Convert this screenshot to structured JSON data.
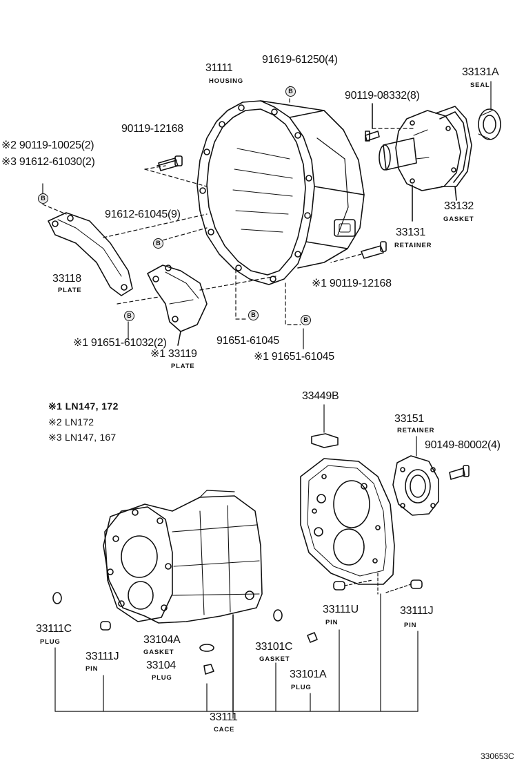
{
  "diagram": {
    "code": "330653C",
    "bolt_mark": "B",
    "labels": [
      {
        "id": "housing_num",
        "text": "31111"
      },
      {
        "id": "housing_sub",
        "text": "HOUSING"
      },
      {
        "id": "p91619",
        "text": "91619-61250(4)"
      },
      {
        "id": "p33131A",
        "text": "33131A"
      },
      {
        "id": "seal_sub",
        "text": "SEAL"
      },
      {
        "id": "p90119_08332",
        "text": "90119-08332(8)"
      },
      {
        "id": "p90119_12168_top",
        "text": "90119-12168"
      },
      {
        "id": "p90119_10025",
        "text": "※2 90119-10025(2)"
      },
      {
        "id": "p91612_61030",
        "text": "※3 91612-61030(2)"
      },
      {
        "id": "p91612_61045",
        "text": "91612-61045(9)"
      },
      {
        "id": "p33118",
        "text": "33118"
      },
      {
        "id": "plate_sub_1",
        "text": "PLATE"
      },
      {
        "id": "p33132",
        "text": "33132"
      },
      {
        "id": "gasket_sub_1",
        "text": "GASKET"
      },
      {
        "id": "p33131",
        "text": "33131"
      },
      {
        "id": "retainer_sub_1",
        "text": "RETAINER"
      },
      {
        "id": "p90119_12168_mid",
        "text": "※1 90119-12168"
      },
      {
        "id": "p91651_61032",
        "text": "※1 91651-61032(2)"
      },
      {
        "id": "p91651_61045",
        "text": "91651-61045"
      },
      {
        "id": "p91651_61045b",
        "text": "※1 91651-61045"
      },
      {
        "id": "p33119",
        "text": "※1 33119"
      },
      {
        "id": "plate_sub_2",
        "text": "PLATE"
      },
      {
        "id": "p33449B",
        "text": "33449B"
      },
      {
        "id": "p33151",
        "text": "33151"
      },
      {
        "id": "retainer_sub_2",
        "text": "RETAINER"
      },
      {
        "id": "p90149",
        "text": "90149-80002(4)"
      },
      {
        "id": "p33111C",
        "text": "33111C"
      },
      {
        "id": "plug_sub_1",
        "text": "PLUG"
      },
      {
        "id": "p33111J_a",
        "text": "33111J"
      },
      {
        "id": "pin_sub_1",
        "text": "PIN"
      },
      {
        "id": "p33104A",
        "text": "33104A"
      },
      {
        "id": "gasket_sub_2",
        "text": "GASKET"
      },
      {
        "id": "p33104",
        "text": "33104"
      },
      {
        "id": "plug_sub_2",
        "text": "PLUG"
      },
      {
        "id": "p33101C",
        "text": "33101C"
      },
      {
        "id": "gasket_sub_3",
        "text": "GASKET"
      },
      {
        "id": "p33101A",
        "text": "33101A"
      },
      {
        "id": "plug_sub_3",
        "text": "PLUG"
      },
      {
        "id": "p33111U",
        "text": "33111U"
      },
      {
        "id": "pin_sub_2",
        "text": "PIN"
      },
      {
        "id": "p33111J_b",
        "text": "33111J"
      },
      {
        "id": "pin_sub_3",
        "text": "PIN"
      },
      {
        "id": "p33111",
        "text": "33111"
      },
      {
        "id": "case_sub",
        "text": "CACE"
      }
    ],
    "notes": [
      {
        "id": "note1",
        "text": "※1 LN147, 172"
      },
      {
        "id": "note2",
        "text": "※2 LN172"
      },
      {
        "id": "note3",
        "text": "※3 LN147, 167"
      }
    ]
  }
}
